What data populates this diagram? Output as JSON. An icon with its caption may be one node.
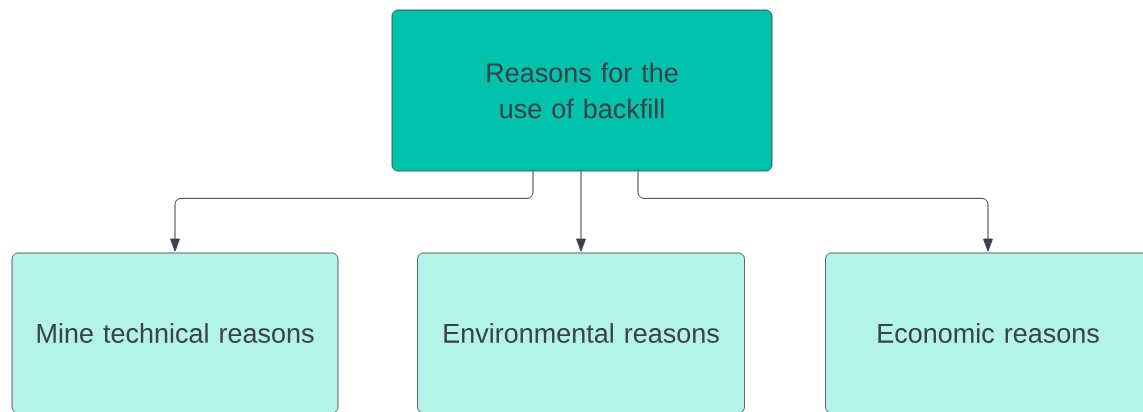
{
  "diagram": {
    "nodes": [
      {
        "text": [
          "Reasons for the use of backfill"
        ]
      },
      {
        "text": [
          "Mine technical reasons"
        ]
      },
      {
        "text": [
          "Environmental reasons"
        ]
      },
      {
        "text": [
          "Economic reasons"
        ]
      }
    ],
    "edges": [
      {
        "from": 0,
        "to": 1,
        "arrow": "to"
      },
      {
        "from": 0,
        "to": 2,
        "arrow": "to"
      },
      {
        "from": 0,
        "to": 3,
        "arrow": "to"
      }
    ]
  }
}
